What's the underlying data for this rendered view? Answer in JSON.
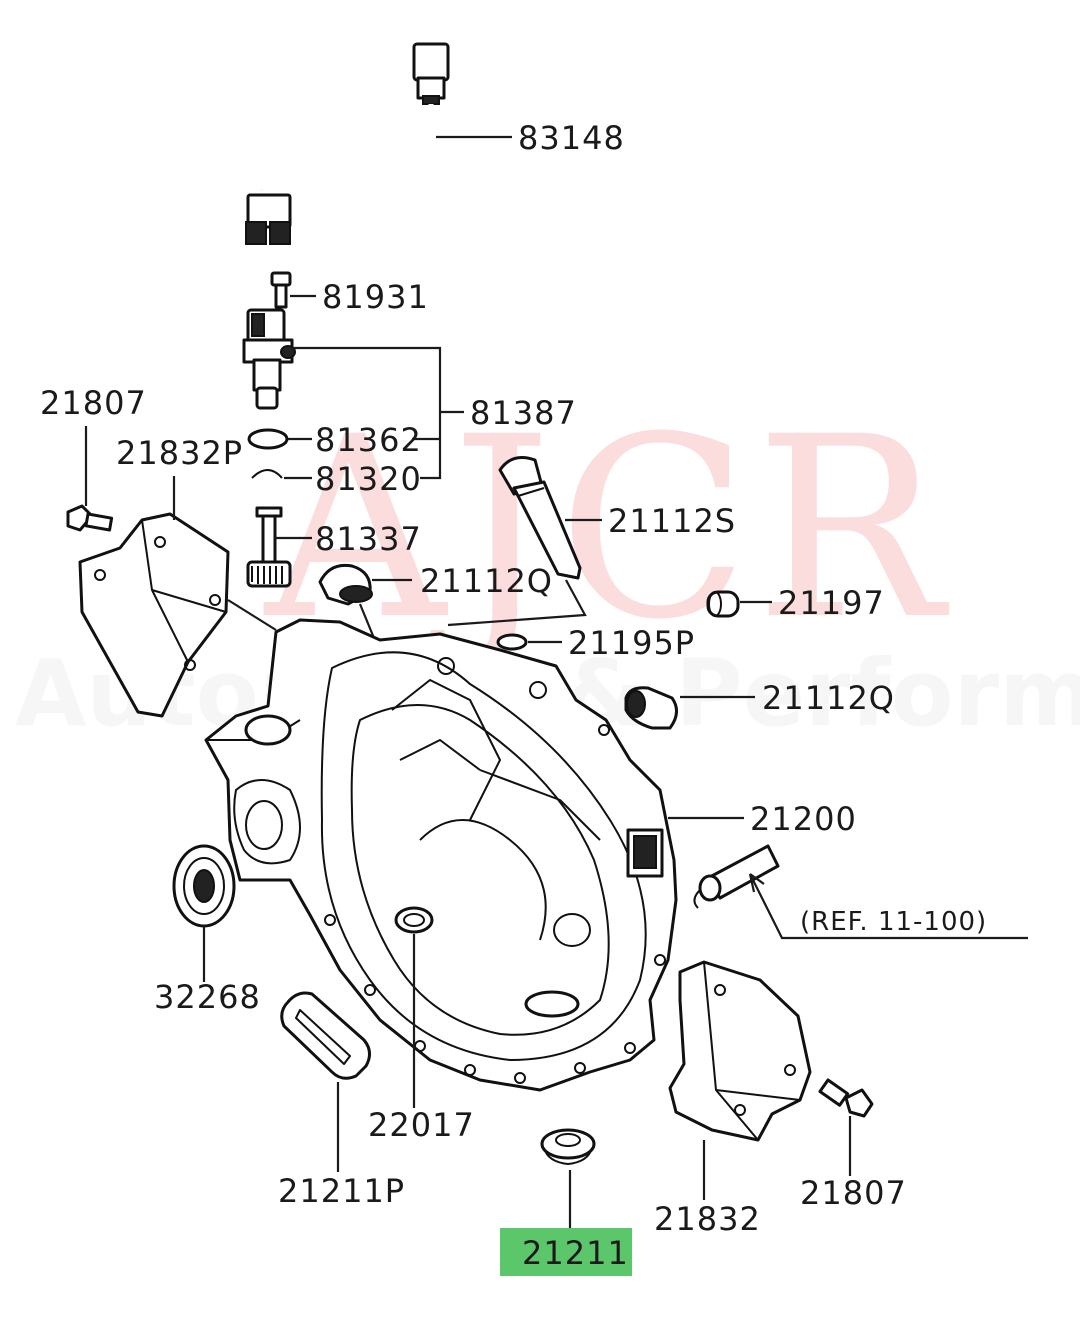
{
  "watermark": {
    "brand": "AJCR",
    "tagline": "Autoparts & Performance"
  },
  "highlight_color": "#5cc66b",
  "labels": {
    "p83148": "83148",
    "p81931": "81931",
    "p81387": "81387",
    "p81362": "81362",
    "p81320": "81320",
    "p81337": "81337",
    "p21807_top": "21807",
    "p21832P": "21832P",
    "p21112S": "21112S",
    "p21112Q_top": "21112Q",
    "p21197": "21197",
    "p21195P": "21195P",
    "p21112Q_right": "21112Q",
    "p21200": "21200",
    "ref": "(REF. 11-100)",
    "p32268": "32268",
    "p22017": "22017",
    "p21211P": "21211P",
    "p21211": "21211",
    "p21832": "21832",
    "p21807_bottom": "21807"
  }
}
